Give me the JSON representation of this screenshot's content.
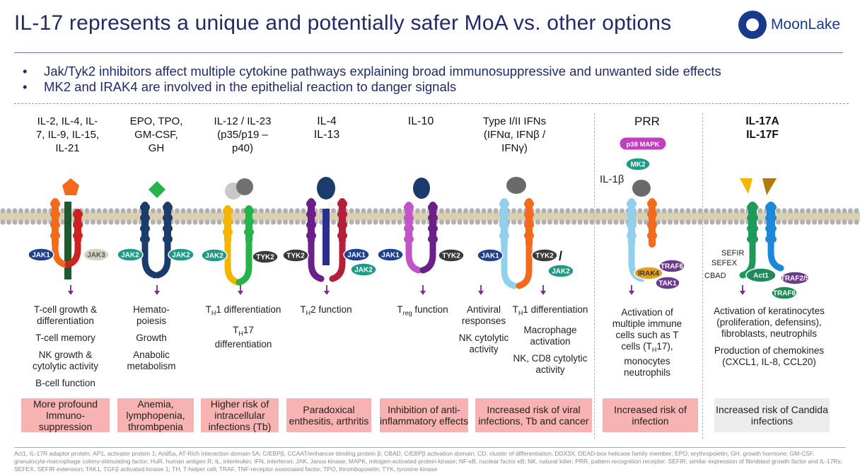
{
  "header": {
    "title": "IL-17 represents a unique and potentially safer MoA vs. other options",
    "logo_text": "MoonLake"
  },
  "bullets": [
    "Jak/Tyk2 inhibitors affect multiple cytokine pathways explaining broad immunosuppressive and unwanted side effects",
    "MK2 and IRAK4 are involved in the epithelial reaction to danger signals"
  ],
  "columns": [
    {
      "title": [
        "IL-2, IL-4, IL-",
        "7, IL-9, IL-15,",
        "IL-21"
      ],
      "kinases": [
        "JAK1",
        "JAK3"
      ],
      "description": [
        "T-cell growth & differentiation",
        "T-cell memory",
        "NK growth & cytolytic activity",
        "B-cell function"
      ],
      "risk": "More profound Immuno-suppression"
    },
    {
      "title": [
        "EPO, TPO,",
        "GM-CSF,",
        "GH"
      ],
      "kinases": [
        "JAK2",
        "JAK2"
      ],
      "description": [
        "Hemato-poiesis",
        "Growth",
        "Anabolic metabolism"
      ],
      "risk": "Anemia, lymphopenia, thrombpenia"
    },
    {
      "title": [
        "IL-12 / IL-23",
        "(p35/p19 –",
        "p40)"
      ],
      "kinases": [
        "JAK2",
        "TYK2"
      ],
      "description": [
        "TH1 differentiation",
        "TH17 differentiation"
      ],
      "risk": "Higher risk of intracellular infections (Tb)"
    },
    {
      "title": [
        "IL-4",
        "IL-13"
      ],
      "kinases": [
        "TYK2",
        "JAK1",
        "JAK2"
      ],
      "description": [
        "TH2 function"
      ],
      "risk": "Paradoxical enthesitis, arthritis"
    },
    {
      "title": [
        "IL-10"
      ],
      "kinases": [
        "JAK1",
        "TYK2"
      ],
      "description": [
        "Treg function"
      ],
      "risk": "Inhibition of anti-inflammatory effects"
    },
    {
      "title": [
        "Type I/II IFNs",
        "(IFNα, IFNβ /",
        "IFNγ)"
      ],
      "kinases": [
        "JAK1",
        "TYK2",
        "/",
        "JAK2"
      ],
      "description_left": [
        "Antiviral responses",
        "NK cytolytic activity"
      ],
      "description_right": [
        "TH1 differentiation",
        "Macrophage activation",
        "NK, CD8 cytolytic activity"
      ],
      "risk": "Increased risk of viral infections, Tb and cancer"
    },
    {
      "title": [
        "PRR"
      ],
      "ligand_label": "IL-1β",
      "kinases": [
        "p38 MAPK",
        "MK2",
        "IRAK4",
        "TRAF6",
        "TAK1"
      ],
      "description": [
        "Activation of multiple immune cells such as T cells (TH17), monocytes neutrophils"
      ],
      "risk": "Increased risk of infection"
    },
    {
      "title": [
        "IL-17A",
        "IL-17F"
      ],
      "side_labels": [
        "SEFIR",
        "SEFEX",
        "CBAD"
      ],
      "kinases": [
        "Act1",
        "TRAF2/5",
        "TRAF6"
      ],
      "description": [
        "Activation of keratinocytes (proliferation, defensins), fibroblasts, neutrophils",
        "Production of chemokines (CXCL1, IL-8, CCL20)"
      ],
      "risk": "Increased risk of Candida infections"
    }
  ],
  "footer": "Act1, IL-17R adaptor protein; AP1, activator protein 1; Arid5a, AT-Rich interaction domain 5A; C/EBPβ, CCAAT/enhancer-binding protein β; CBAD, C/EBPβ activation domain; CD, cluster of differentiation; DDX3X, DEAD-box helicase family member; EPO, erythropoietin; GH, growth hormone; GM-CSF, granulocyte-macrophage colony-stimulating factor; HuR, human antigen R; IL, interleukin; IFN, interferon; JAK, Janus kinase; MAPK, mitogen-activated protein kinase; NF-κB, nuclear factor κB; NK, natural killer; PRR, pattern recognition receptor; SEFIR, similar expression of fibroblast growth factor and IL-17Rs; SEFEX, SEFIR extension; TAK1, TGFβ activated kinase 1; TH, T-helper cell; TRAF, TNF-receptor associated factor; TPO, thrombopoietin; TYK, tyrosine kinase",
  "colors": {
    "title_blue": "#1f2a6b",
    "jak1": "#1f3f8f",
    "jak2": "#1f9a86",
    "jak3": "#d6d3bf",
    "tyk2": "#3a3a3a",
    "risk_red": "#f7b2b2",
    "risk_grey": "#ececec"
  }
}
